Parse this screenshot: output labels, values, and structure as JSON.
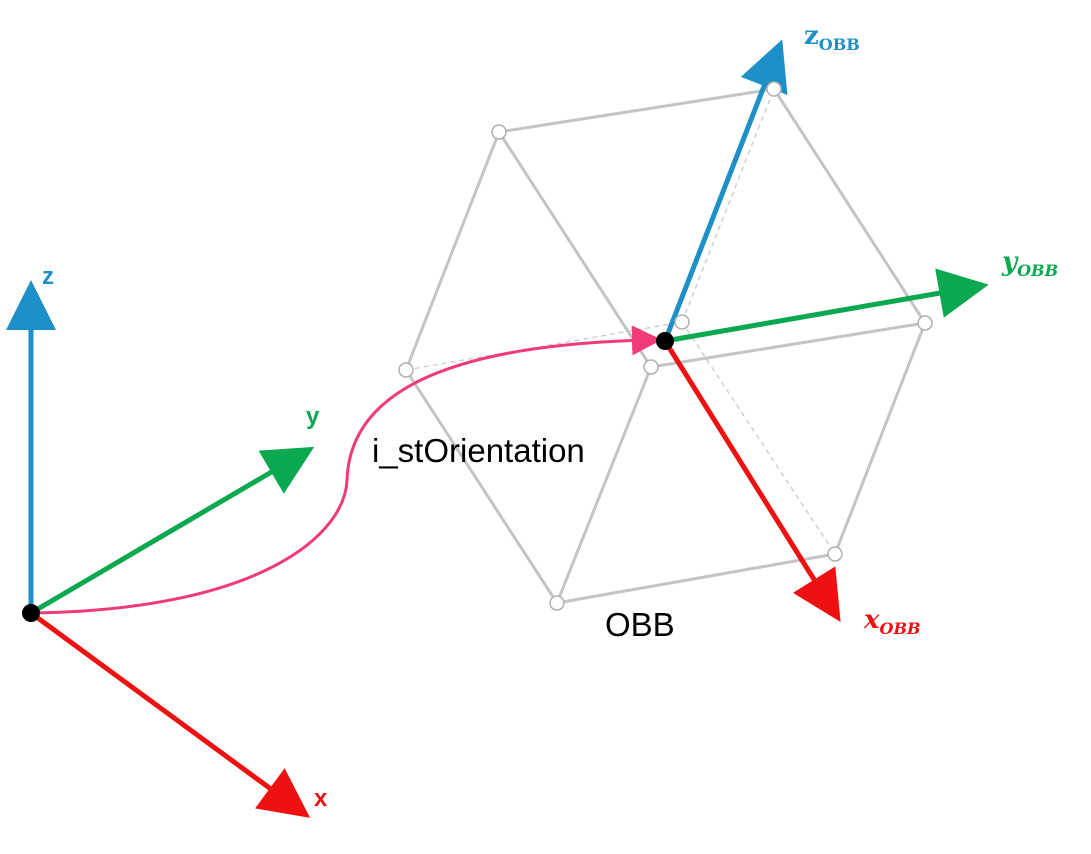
{
  "world_frame": {
    "axis_x_label": "x",
    "axis_y_label": "y",
    "axis_z_label": "z"
  },
  "obb_frame": {
    "axis_x_label_main": "x",
    "axis_x_label_sub": "OBB",
    "axis_y_label_main": "y",
    "axis_y_label_sub": "OBB",
    "axis_z_label_main": "z",
    "axis_z_label_sub": "OBB"
  },
  "transform_label": "i_stOrientation",
  "box_label": "OBB",
  "colors": {
    "x_axis": "#ee1111",
    "y_axis": "#0aa84f",
    "z_axis": "#1e90c8",
    "transform_curve": "#f03a7a",
    "box_edges": "#c4c4c4",
    "hidden_edges": "#c9c9c9",
    "origin_dot": "#000000"
  }
}
